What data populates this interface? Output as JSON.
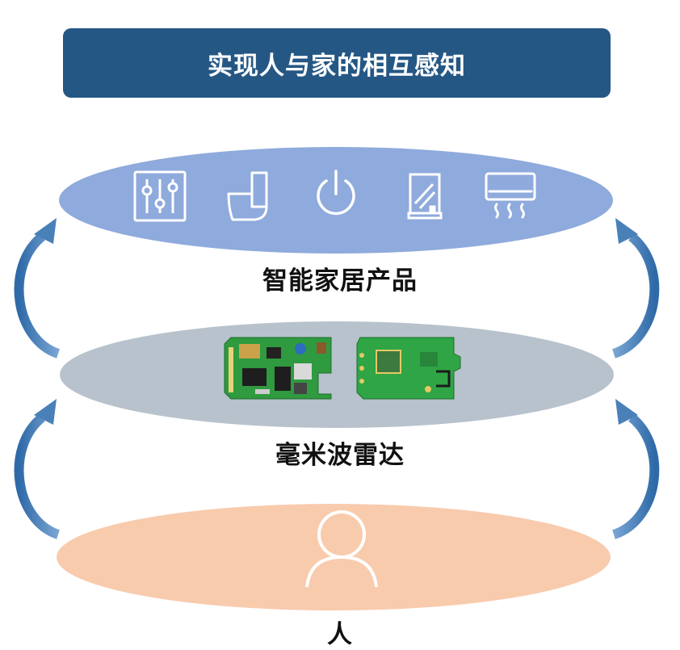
{
  "title": "实现人与家的相互感知",
  "layers": [
    {
      "label": "智能家居产品",
      "color": "#8faadc",
      "icons": [
        "equalizer-sliders-icon",
        "toilet-icon",
        "power-icon",
        "mirror-cabinet-icon",
        "air-conditioner-icon"
      ]
    },
    {
      "label": "毫米波雷达",
      "color": "#b8c2cc",
      "icons": [
        "radar-circuit-board-front",
        "radar-circuit-board-back"
      ]
    },
    {
      "label": "人",
      "color": "#f8cbad",
      "icons": [
        "person-icon"
      ]
    }
  ],
  "arrow_color": "#4a80b8"
}
